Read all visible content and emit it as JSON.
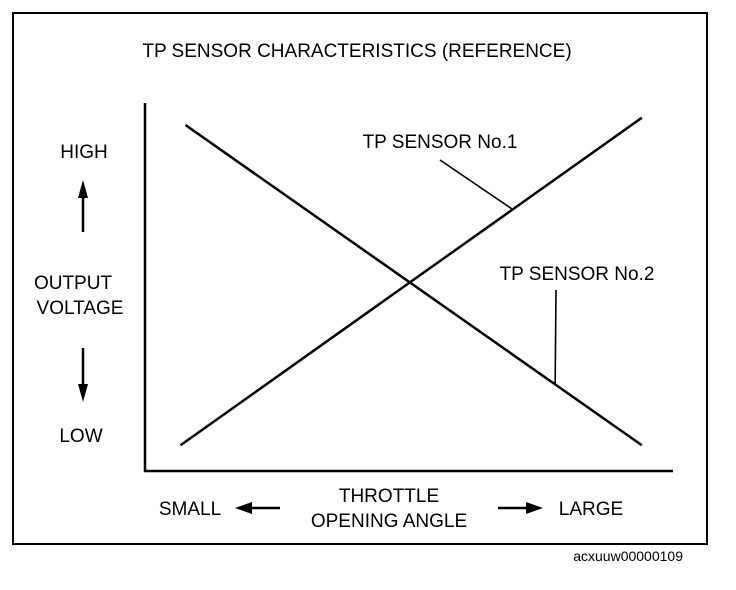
{
  "title": "TP SENSOR CHARACTERISTICS (REFERENCE)",
  "image_code": "acxuuw00000109",
  "colors": {
    "ink": "#000000",
    "background": "#ffffff"
  },
  "chart_data": {
    "type": "line",
    "title": "TP SENSOR CHARACTERISTICS (REFERENCE)",
    "xlabel": "THROTTLE OPENING ANGLE",
    "ylabel": "OUTPUT VOLTAGE",
    "x_min_label": "SMALL",
    "x_max_label": "LARGE",
    "y_max_label": "HIGH",
    "y_min_label": "LOW",
    "xlim": [
      0,
      1
    ],
    "ylim": [
      0,
      1
    ],
    "grid": false,
    "series": [
      {
        "name": "TP SENSOR No.1",
        "x": [
          0.07,
          0.98
        ],
        "y": [
          0.07,
          0.96
        ]
      },
      {
        "name": "TP SENSOR No.2",
        "x": [
          0.08,
          0.98
        ],
        "y": [
          0.94,
          0.07
        ]
      }
    ]
  }
}
